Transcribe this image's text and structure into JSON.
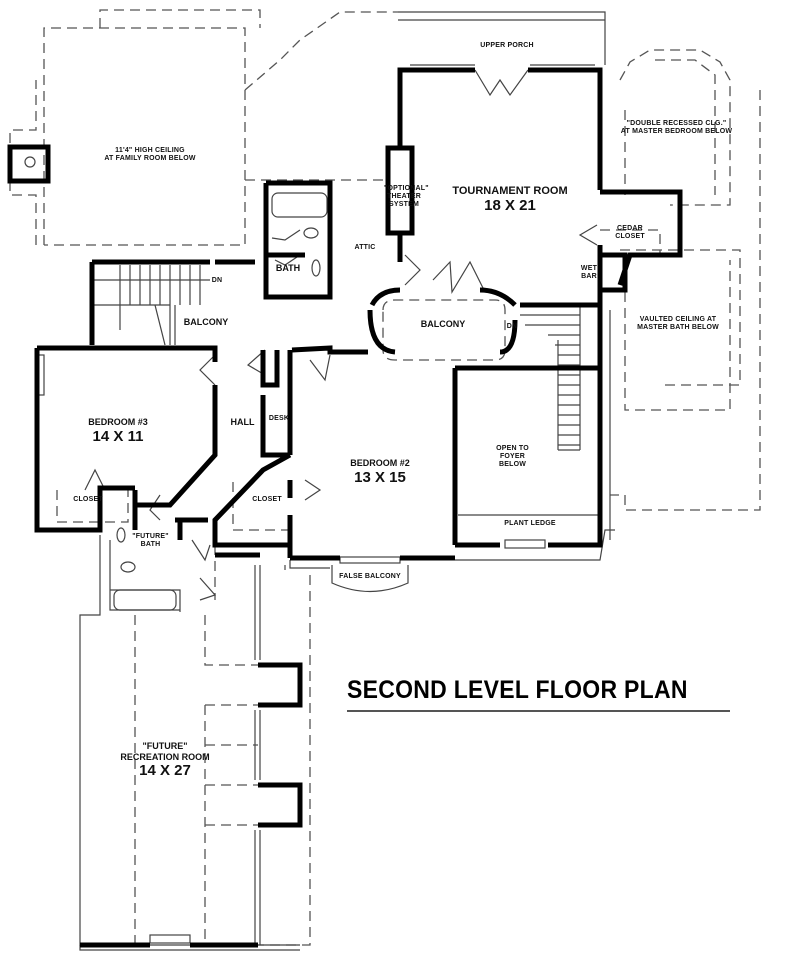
{
  "plan": {
    "title": "SECOND LEVEL FLOOR PLAN",
    "rooms": {
      "upper_porch": {
        "name": "UPPER PORCH"
      },
      "tournament_room": {
        "name": "TOURNAMENT ROOM",
        "dimensions": "18 X 21"
      },
      "theater": {
        "name": "\"OPTIONAL\"\nTHEATER\nSYSTEM"
      },
      "cedar_closet": {
        "name": "CEDAR\nCLOSET"
      },
      "wet_bar": {
        "name": "WET\nBAR"
      },
      "attic": {
        "name": "ATTIC"
      },
      "bath": {
        "name": "BATH"
      },
      "balcony_left": {
        "name": "BALCONY"
      },
      "balcony_center": {
        "name": "BALCONY"
      },
      "bedroom3": {
        "name": "BEDROOM #3",
        "dimensions": "14 X 11"
      },
      "hall": {
        "name": "HALL"
      },
      "desk": {
        "name": "DESK"
      },
      "bedroom2": {
        "name": "BEDROOM #2",
        "dimensions": "13 X 15"
      },
      "closet_bed3": {
        "name": "CLOSET"
      },
      "closet_bed2": {
        "name": "CLOSET"
      },
      "future_bath": {
        "name": "\"FUTURE\"\nBATH"
      },
      "open_to_foyer": {
        "name": "OPEN TO\nFOYER\nBELOW"
      },
      "plant_ledge": {
        "name": "PLANT LEDGE"
      },
      "false_balcony": {
        "name": "FALSE BALCONY"
      },
      "recreation_room": {
        "name": "\"FUTURE\"\nRECREATION ROOM",
        "dimensions": "14 X 27"
      }
    },
    "notes": {
      "family_room_ceiling": "11'4\" HIGH CEILING\nAT FAMILY ROOM BELOW",
      "master_bedroom_clg": "\"DOUBLE RECESSED CLG.\"\nAT MASTER BEDROOM BELOW",
      "master_bath_ceiling": "VAULTED CEILING AT\nMASTER BATH BELOW",
      "stair_dn_left": "DN",
      "stair_dn_right": "DN"
    }
  }
}
